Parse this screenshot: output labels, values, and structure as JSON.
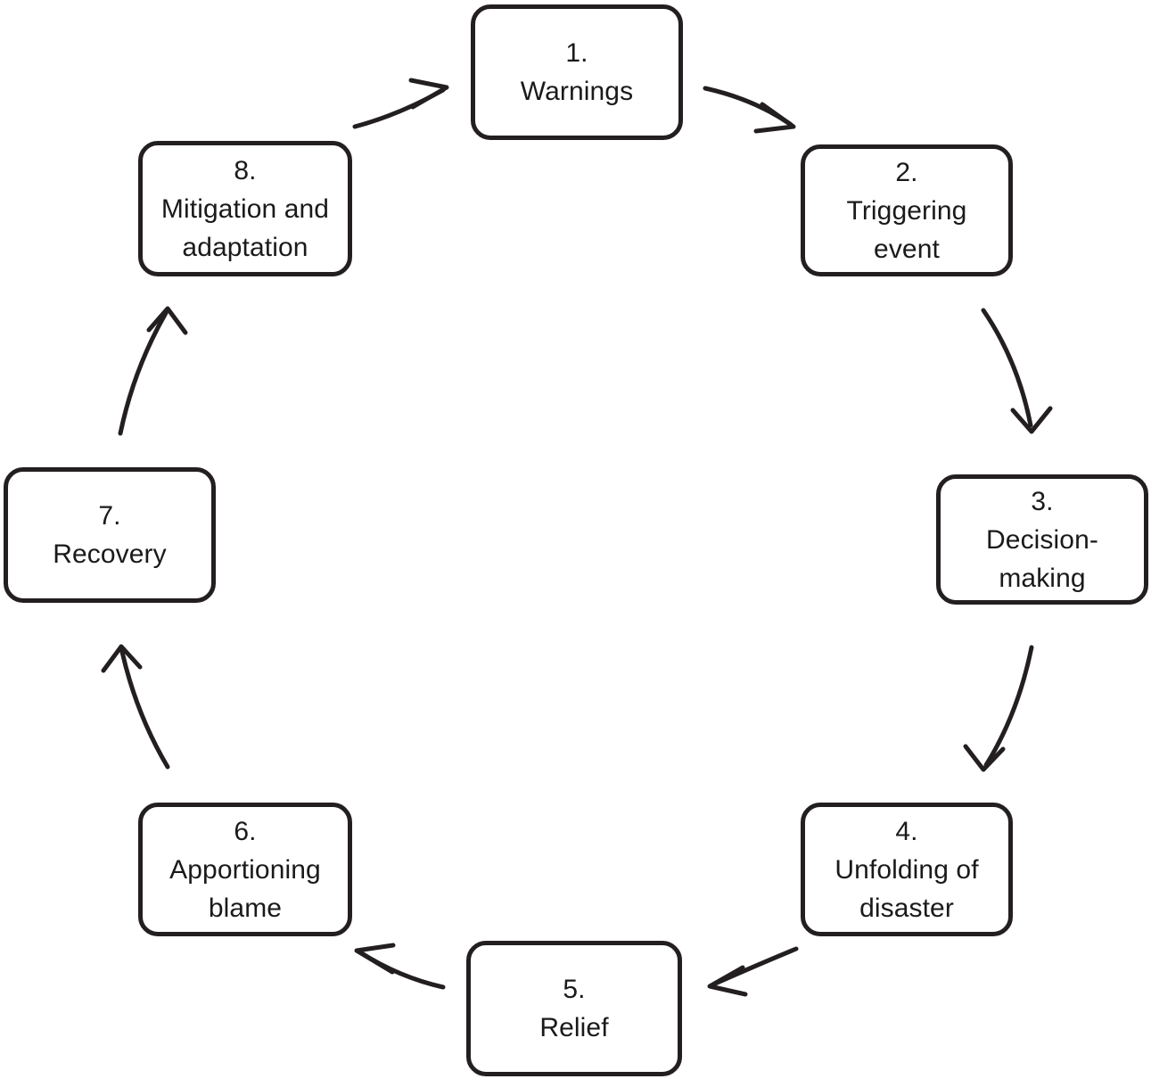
{
  "diagram": {
    "type": "cycle",
    "title": "",
    "orientation": "clockwise",
    "stroke_color": "#231f20",
    "text_color": "#1a1a1a",
    "background_color": "#ffffff",
    "nodes": [
      {
        "id": 1,
        "number": "1.",
        "text": "Warnings",
        "label": "1.\nWarnings"
      },
      {
        "id": 2,
        "number": "2.",
        "text": "Triggering event",
        "label": "2.\nTriggering\nevent"
      },
      {
        "id": 3,
        "number": "3.",
        "text": "Decision-making",
        "label": "3.\nDecision-\nmaking"
      },
      {
        "id": 4,
        "number": "4.",
        "text": "Unfolding of disaster",
        "label": "4.\nUnfolding of\ndisaster"
      },
      {
        "id": 5,
        "number": "5.",
        "text": "Relief",
        "label": "5.\nRelief"
      },
      {
        "id": 6,
        "number": "6.",
        "text": "Apportioning blame",
        "label": "6.\nApportioning\nblame"
      },
      {
        "id": 7,
        "number": "7.",
        "text": "Recovery",
        "label": "7.\nRecovery"
      },
      {
        "id": 8,
        "number": "8.",
        "text": "Mitigation and adaptation",
        "label": "8.\nMitigation and\nadaptation"
      }
    ],
    "edges": [
      {
        "from": 1,
        "to": 2,
        "name": "arrow-1-to-2"
      },
      {
        "from": 2,
        "to": 3,
        "name": "arrow-2-to-3"
      },
      {
        "from": 3,
        "to": 4,
        "name": "arrow-3-to-4"
      },
      {
        "from": 4,
        "to": 5,
        "name": "arrow-4-to-5"
      },
      {
        "from": 5,
        "to": 6,
        "name": "arrow-5-to-6"
      },
      {
        "from": 6,
        "to": 7,
        "name": "arrow-6-to-7"
      },
      {
        "from": 7,
        "to": 8,
        "name": "arrow-7-to-8"
      },
      {
        "from": 8,
        "to": 1,
        "name": "arrow-8-to-1"
      }
    ]
  }
}
